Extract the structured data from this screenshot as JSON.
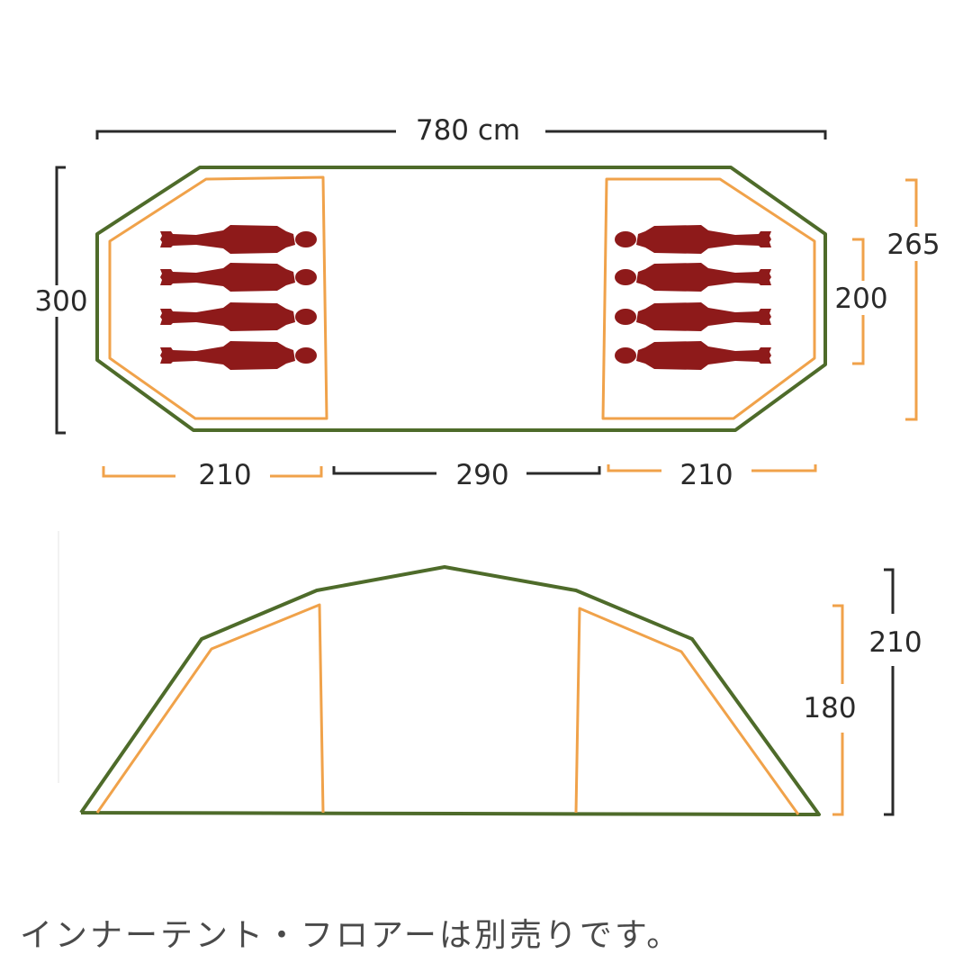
{
  "floor_plan": {
    "total_length": "780 cm",
    "total_width": "300",
    "inner_width_outer": "265",
    "inner_width_inner": "200",
    "left_room_length": "210",
    "center_length": "290",
    "right_room_length": "210",
    "sleepers_per_room": 4
  },
  "side_view": {
    "outer_height": "210",
    "inner_height": "180"
  },
  "caption": "インナーテント・フロアーは別売りです。",
  "colors": {
    "outer_fly": "#4e6b2a",
    "inner_tent": "#f0a24a",
    "dimension_line": "#2a2a2a",
    "sleeper": "#8e1a1a",
    "background": "#ffffff"
  }
}
